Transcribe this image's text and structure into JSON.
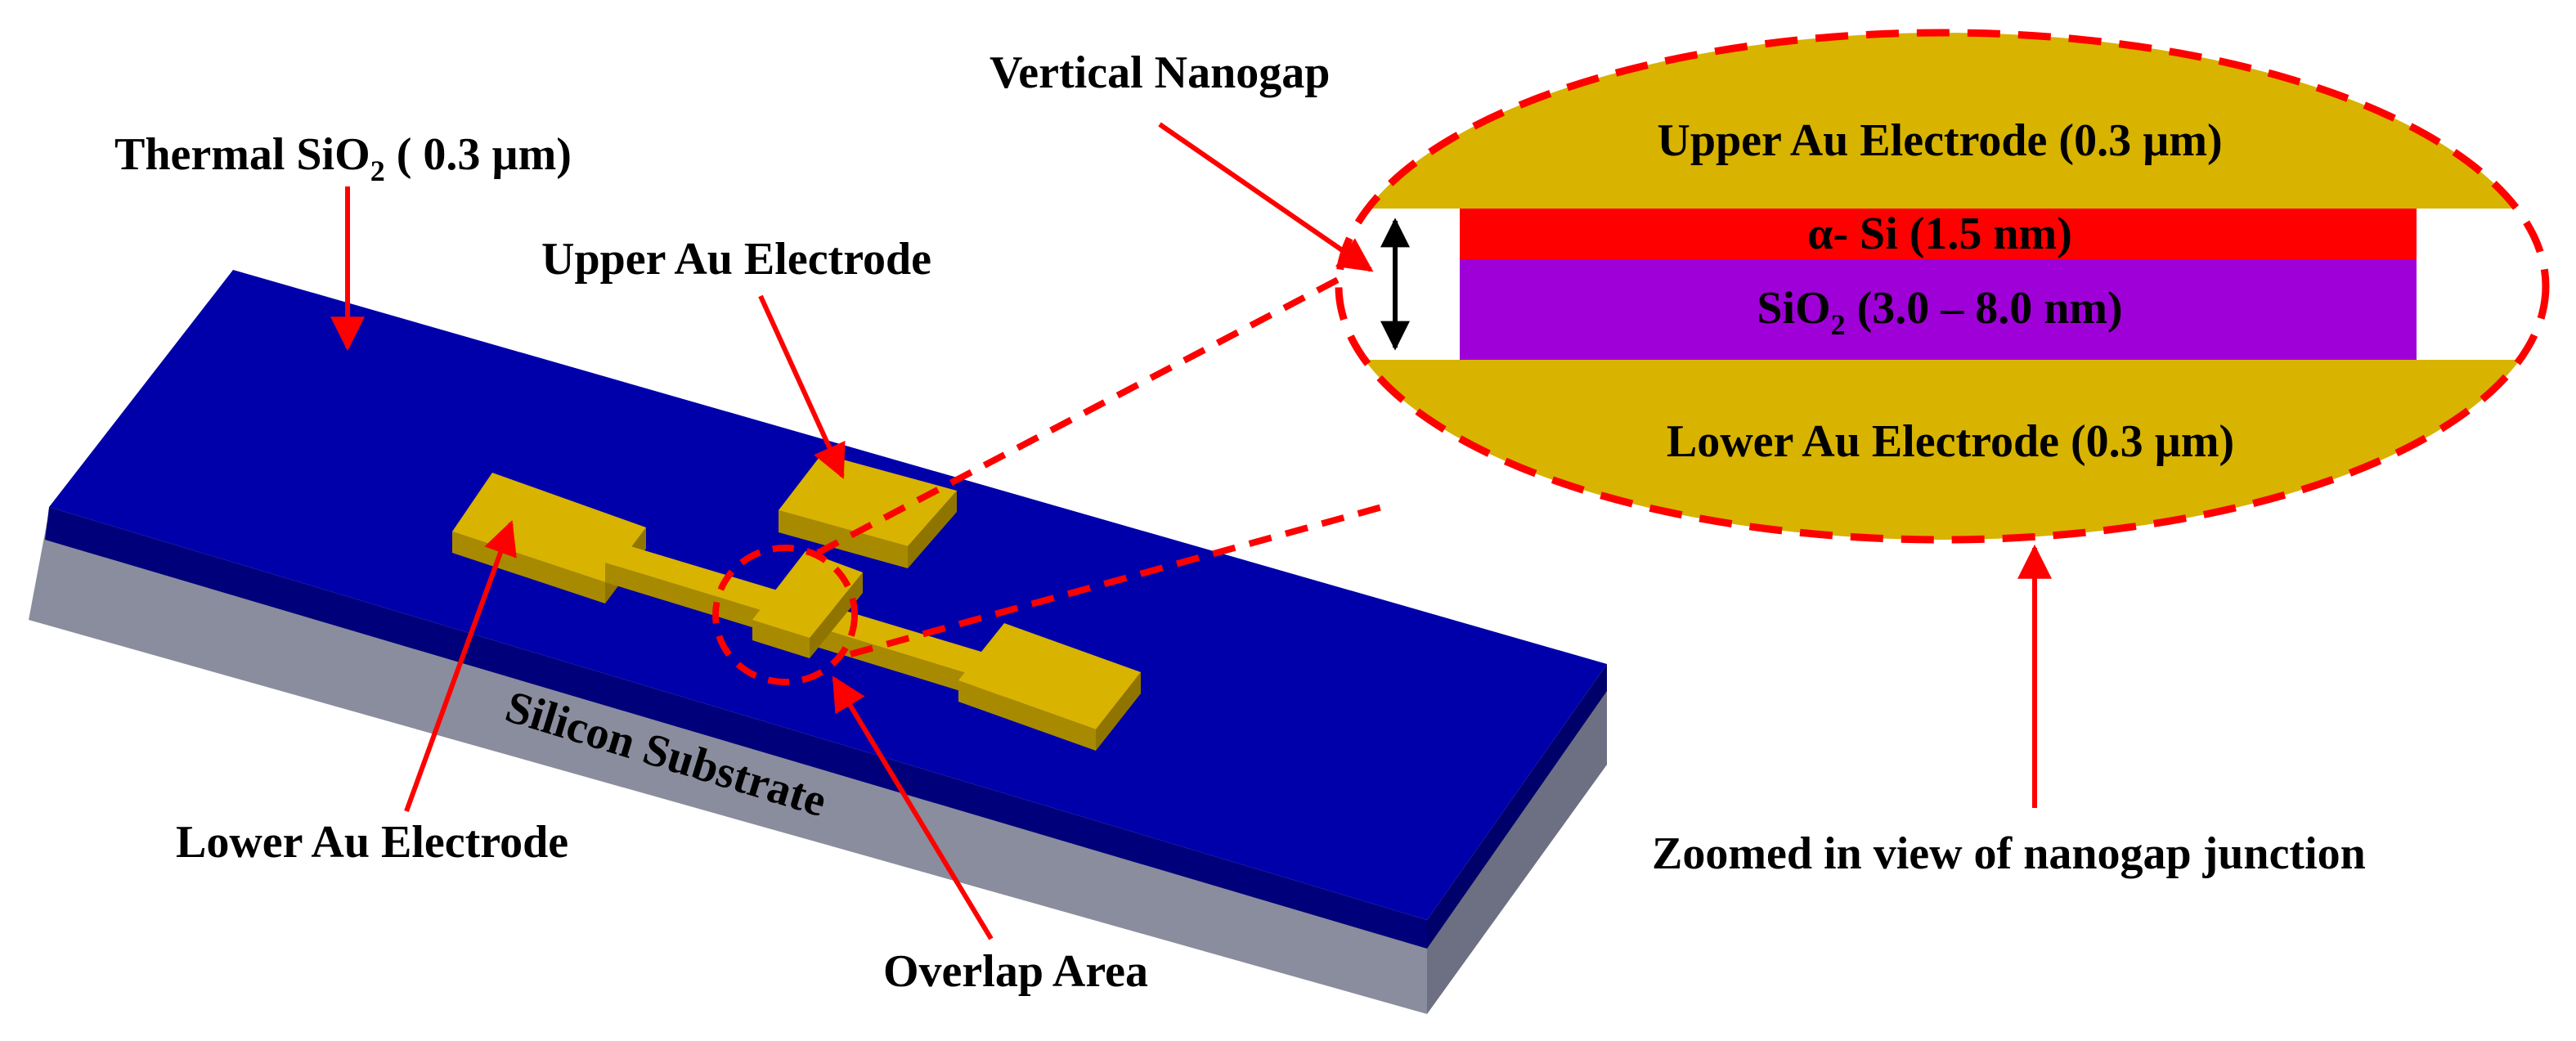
{
  "labels": {
    "thermal_oxide": {
      "text": "Thermal SiO",
      "sub": "2",
      "suffix": " ( 0.3 µm)"
    },
    "upper_electrode": "Upper Au Electrode",
    "lower_electrode": "Lower Au Electrode",
    "overlap_area": "Overlap Area",
    "silicon_substrate": "Silicon Substrate",
    "vertical_nanogap": "Vertical Nanogap",
    "zoomed_view": "Zoomed in view of nanogap junction"
  },
  "zoom": {
    "upper_layer": "Upper Au Electrode (0.3 µm)",
    "asi_layer": "α- Si (1.5 nm)",
    "oxide_layer": {
      "text": "SiO",
      "sub": "2",
      "suffix": " (3.0 – 8.0 nm)"
    },
    "lower_layer": "Lower Au Electrode (0.3 µm)"
  },
  "colors": {
    "substrate_top": "#0000aa",
    "substrate_side": "#7e8193",
    "gold": "#d8b300",
    "gold_dark": "#a88a00",
    "asi": "#ff0000",
    "oxide": "#a000d8",
    "callout": "#ff0000"
  }
}
